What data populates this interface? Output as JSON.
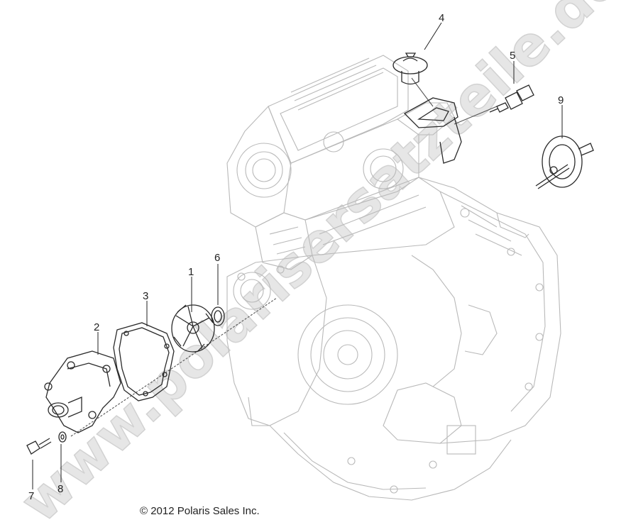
{
  "watermark": "www.polarisersatzteile.de",
  "copyright": "© 2012 Polaris Sales Inc.",
  "callouts": {
    "c1": "1",
    "c2": "2",
    "c3": "3",
    "c4": "4",
    "c5": "5",
    "c6": "6",
    "c7": "7",
    "c8": "8",
    "c9": "9"
  }
}
